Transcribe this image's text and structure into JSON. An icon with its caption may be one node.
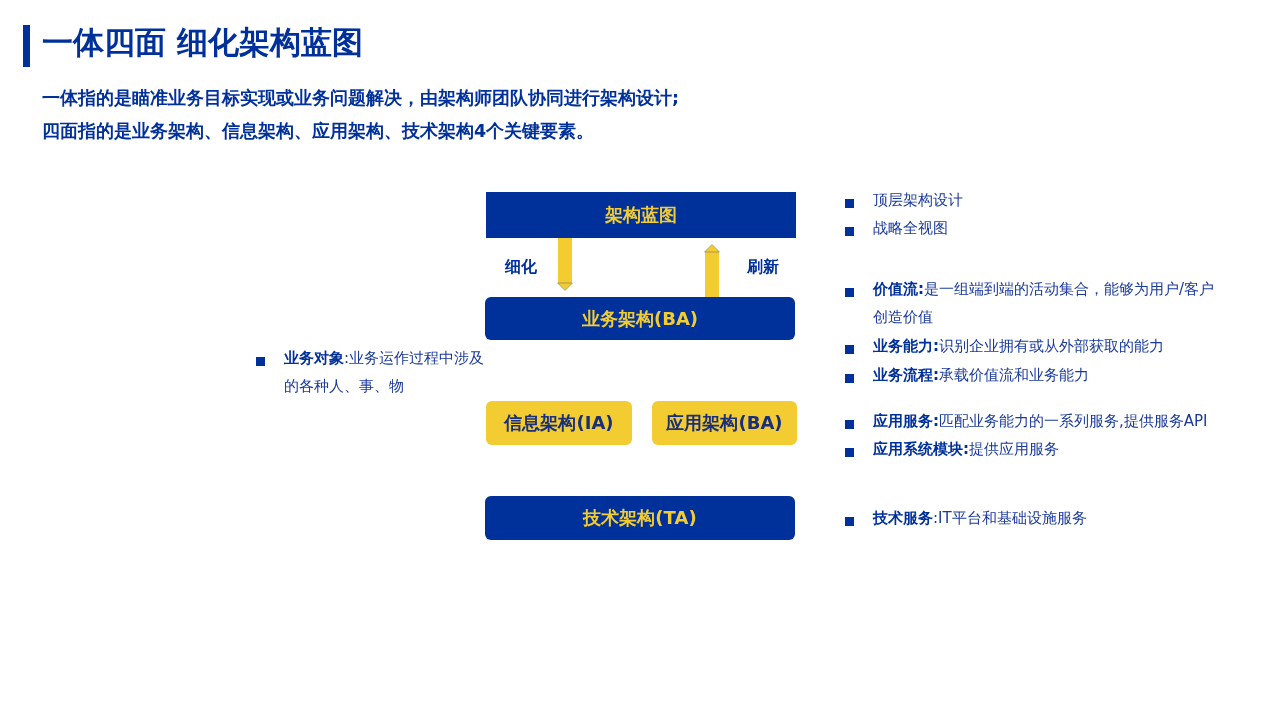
{
  "diagram": {
    "title": "一体四面 细化架构蓝图",
    "nodes": [
      {
        "text": [
          "架构蓝图"
        ]
      },
      {
        "text": [
          "业务架构(BA)"
        ]
      },
      {
        "text": [
          "信息架构(IA)"
        ]
      },
      {
        "text": [
          "应用架构(BA)"
        ]
      },
      {
        "text": [
          "技术架构(TA)"
        ]
      }
    ],
    "edges": [
      {
        "from": 0,
        "to": 1,
        "arrow": "to",
        "label": "细化"
      },
      {
        "from": 1,
        "to": 0,
        "arrow": "to",
        "label": "刷新"
      }
    ],
    "labels": [
      "一体指的是瞄准业务目标实现或业务问题解决，由架构师团队协同进行架构设计;",
      "四面指的是业务架构、信息架构、应用架构、技术架构4个关键要素。",
      "顶层架构设计",
      "战略全视图",
      "**价值流:**是一组端到端的活动集合，能够为用户/客户创造价值",
      "**业务能力:**识别企业拥有或从外部获取的能力",
      "**业务对象**:业务运作过程中涉及的各种人、事、物",
      "**业务流程:**承载价值流和业务能力",
      "**应用服务:**匹配业务能力的一系列服务,提供服务API",
      "**应用系统模块:**提供应用服务",
      "**技术服务**:IT平台和基础设施服务"
    ]
  }
}
